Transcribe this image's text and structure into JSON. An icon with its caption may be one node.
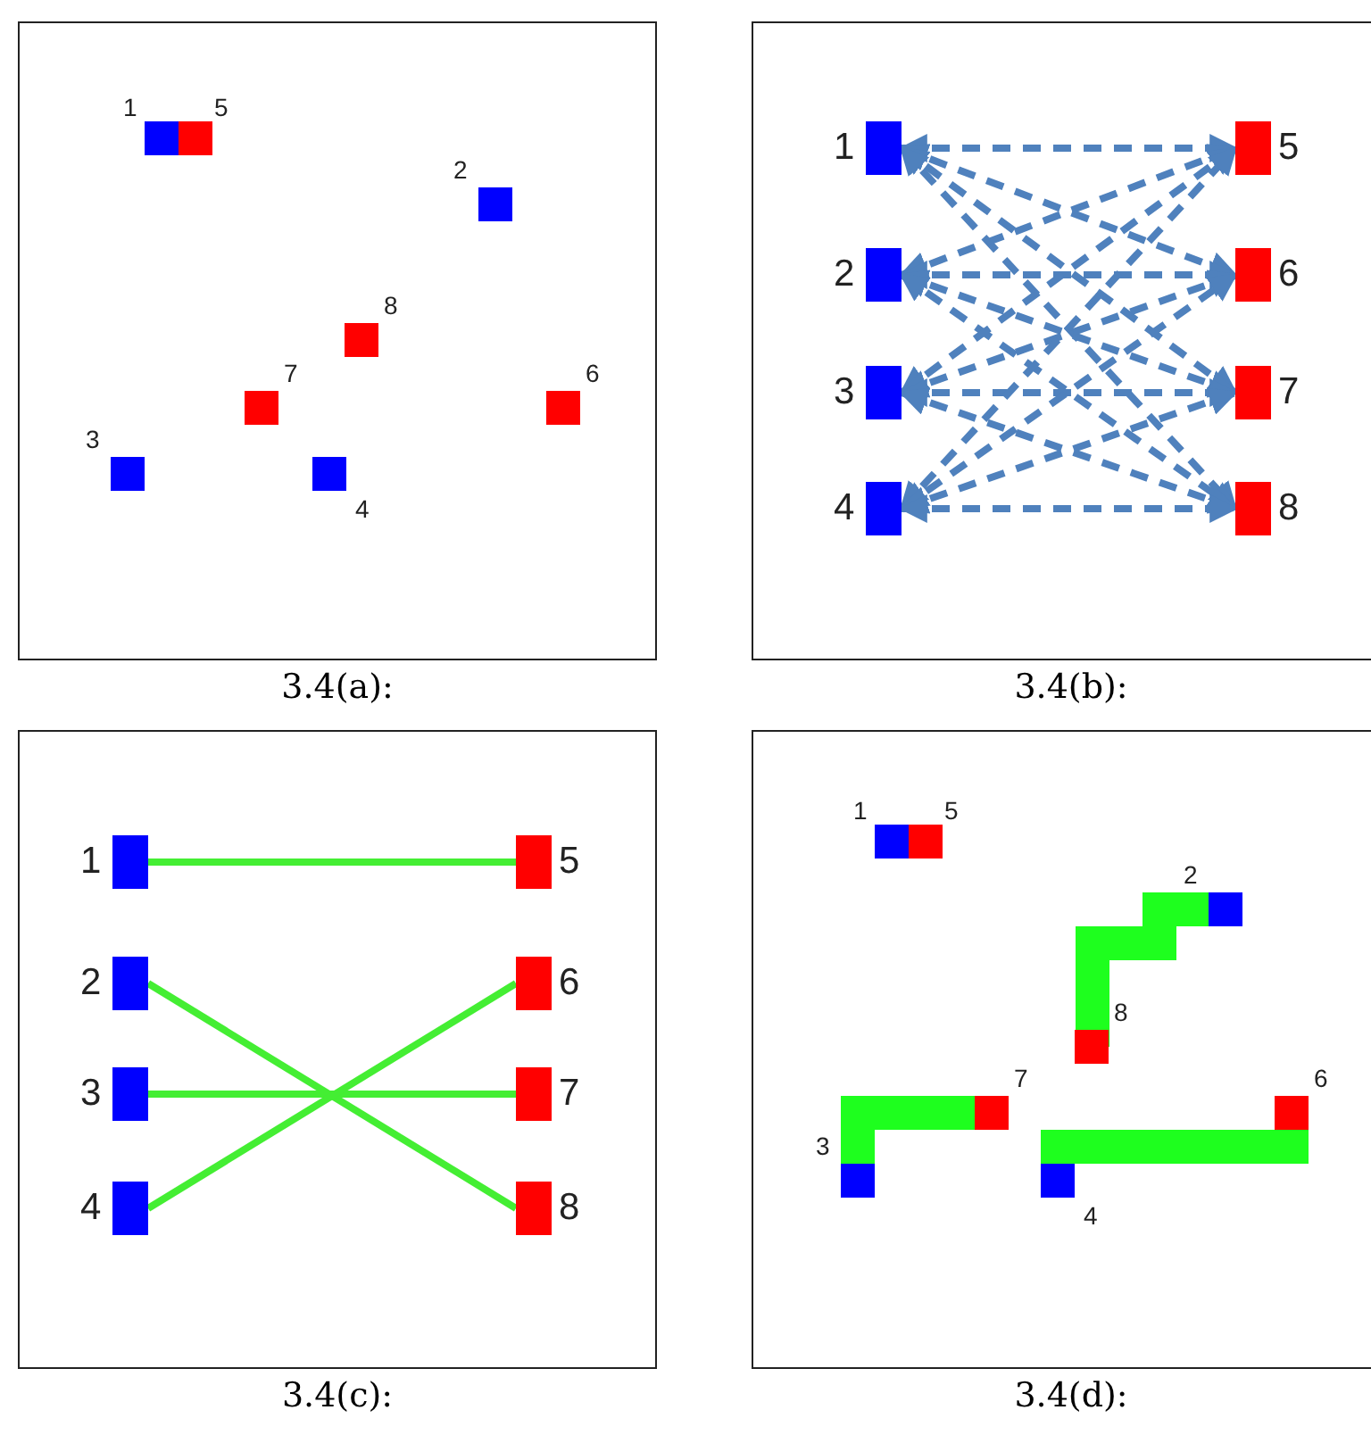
{
  "diagram": {
    "nodes": [
      {
        "text": [
          "3.4(a):"
        ]
      },
      {
        "text": [
          "1"
        ],
        "in": 0
      },
      {
        "text": [
          "2"
        ],
        "in": 0
      },
      {
        "text": [
          "3"
        ],
        "in": 0
      },
      {
        "text": [
          "4"
        ],
        "in": 0
      },
      {
        "text": [
          "5"
        ],
        "in": 0
      },
      {
        "text": [
          "6"
        ],
        "in": 0
      },
      {
        "text": [
          "7"
        ],
        "in": 0
      },
      {
        "text": [
          "8"
        ],
        "in": 0
      },
      {
        "text": [
          "3.4(b):"
        ]
      },
      {
        "text": [
          "1"
        ],
        "in": 9
      },
      {
        "text": [
          "2"
        ],
        "in": 9
      },
      {
        "text": [
          "3"
        ],
        "in": 9
      },
      {
        "text": [
          "4"
        ],
        "in": 9
      },
      {
        "text": [
          "5"
        ],
        "in": 9
      },
      {
        "text": [
          "6"
        ],
        "in": 9
      },
      {
        "text": [
          "7"
        ],
        "in": 9
      },
      {
        "text": [
          "8"
        ],
        "in": 9
      },
      {
        "text": [
          "3.4(c):"
        ]
      },
      {
        "text": [
          "1"
        ],
        "in": 18
      },
      {
        "text": [
          "2"
        ],
        "in": 18
      },
      {
        "text": [
          "3"
        ],
        "in": 18
      },
      {
        "text": [
          "4"
        ],
        "in": 18
      },
      {
        "text": [
          "5"
        ],
        "in": 18
      },
      {
        "text": [
          "6"
        ],
        "in": 18
      },
      {
        "text": [
          "7"
        ],
        "in": 18
      },
      {
        "text": [
          "8"
        ],
        "in": 18
      },
      {
        "text": [
          "3.4(d):"
        ]
      },
      {
        "text": [
          "1"
        ],
        "in": 27
      },
      {
        "text": [
          "2"
        ],
        "in": 27
      },
      {
        "text": [
          "3"
        ],
        "in": 27
      },
      {
        "text": [
          "4"
        ],
        "in": 27
      },
      {
        "text": [
          "5"
        ],
        "in": 27
      },
      {
        "text": [
          "6"
        ],
        "in": 27
      },
      {
        "text": [
          "7"
        ],
        "in": 27
      },
      {
        "text": [
          "8"
        ],
        "in": 27
      }
    ],
    "edges": [
      {
        "from": 10,
        "to": 14,
        "arrow": "both",
        "style": "dashed"
      },
      {
        "from": 10,
        "to": 15,
        "arrow": "both",
        "style": "dashed"
      },
      {
        "from": 10,
        "to": 16,
        "arrow": "both",
        "style": "dashed"
      },
      {
        "from": 10,
        "to": 17,
        "arrow": "both",
        "style": "dashed"
      },
      {
        "from": 11,
        "to": 14,
        "arrow": "both",
        "style": "dashed"
      },
      {
        "from": 11,
        "to": 15,
        "arrow": "both",
        "style": "dashed"
      },
      {
        "from": 11,
        "to": 16,
        "arrow": "both",
        "style": "dashed"
      },
      {
        "from": 11,
        "to": 17,
        "arrow": "both",
        "style": "dashed"
      },
      {
        "from": 12,
        "to": 14,
        "arrow": "both",
        "style": "dashed"
      },
      {
        "from": 12,
        "to": 15,
        "arrow": "both",
        "style": "dashed"
      },
      {
        "from": 12,
        "to": 16,
        "arrow": "both",
        "style": "dashed"
      },
      {
        "from": 12,
        "to": 17,
        "arrow": "both",
        "style": "dashed"
      },
      {
        "from": 13,
        "to": 14,
        "arrow": "both",
        "style": "dashed"
      },
      {
        "from": 13,
        "to": 15,
        "arrow": "both",
        "style": "dashed"
      },
      {
        "from": 13,
        "to": 16,
        "arrow": "both",
        "style": "dashed"
      },
      {
        "from": 13,
        "to": 17,
        "arrow": "both",
        "style": "dashed"
      },
      {
        "from": 19,
        "to": 23,
        "arrow": "none",
        "color": "#44ee33"
      },
      {
        "from": 20,
        "to": 26,
        "arrow": "none",
        "color": "#44ee33"
      },
      {
        "from": 21,
        "to": 25,
        "arrow": "none",
        "color": "#44ee33"
      },
      {
        "from": 22,
        "to": 24,
        "arrow": "none",
        "color": "#44ee33"
      },
      {
        "from": 29,
        "to": 35,
        "arrow": "none",
        "style": "thick",
        "color": "#1eff1e"
      },
      {
        "from": 30,
        "to": 34,
        "arrow": "none",
        "style": "thick",
        "color": "#1eff1e"
      },
      {
        "from": 31,
        "to": 33,
        "arrow": "none",
        "style": "thick",
        "color": "#1eff1e"
      }
    ]
  }
}
